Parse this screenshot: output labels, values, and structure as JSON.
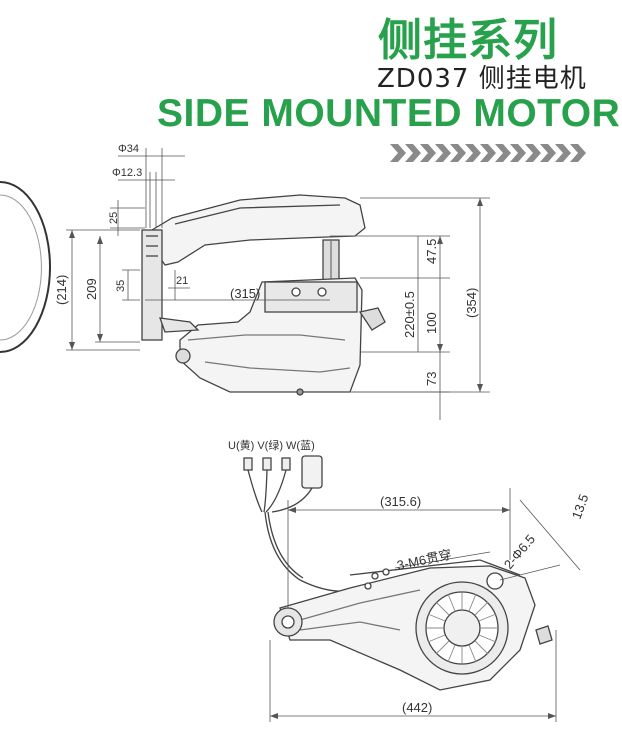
{
  "header": {
    "title_cn": "侧挂系列",
    "model": "ZD037 侧挂电机",
    "title_en": "SIDE MOUNTED MOTOR",
    "accent_color": "#27a14b",
    "chevron_color": "#8a8a8a"
  },
  "side_view": {
    "dims": {
      "d34": "Φ34",
      "d123": "Φ12.3",
      "d25": "25",
      "d214": "(214)",
      "d209": "209",
      "d35": "35",
      "d21": "21",
      "d315": "(315)",
      "d475": "47.5",
      "d220": "220±0.5",
      "d100": "100",
      "d73": "73",
      "d354": "(354)"
    }
  },
  "bottom_view": {
    "wire_labels": "U(黄) V(绿) W(蓝)",
    "dims": {
      "d3156": "(315.6)",
      "d135": "13.5",
      "m6": "3-M6贯穿",
      "d65": "2-Φ6.5",
      "d442": "(442)"
    }
  }
}
